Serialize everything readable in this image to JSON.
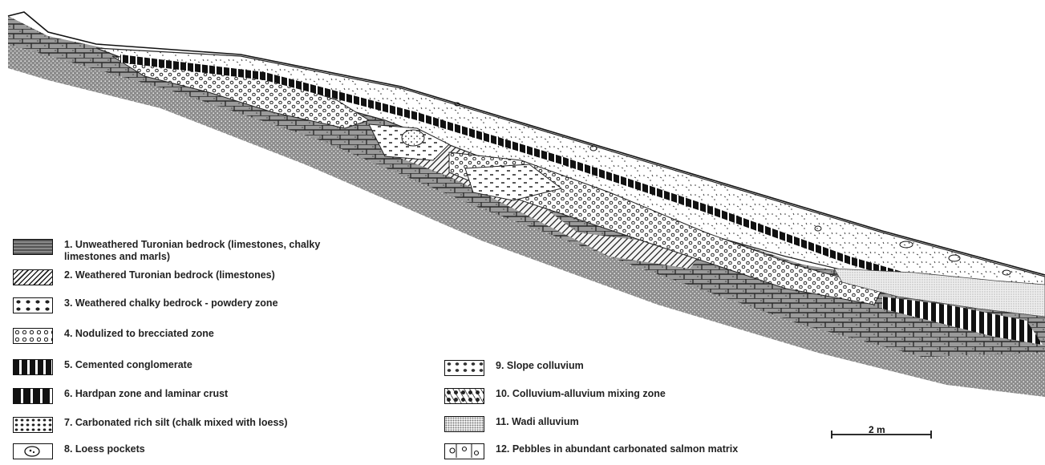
{
  "legend": [
    {
      "id": "l1",
      "label": "1. Unweathered Turonian bedrock (limestones, chalky limestones and marls)",
      "pattern": "bedrock-unweathered"
    },
    {
      "id": "l2",
      "label": "2. Weathered Turonian bedrock (limestones)",
      "pattern": "bedrock-weathered"
    },
    {
      "id": "l3",
      "label": "3. Weathered chalky bedrock - powdery zone",
      "pattern": "powdery"
    },
    {
      "id": "l4",
      "label": "4. Nodulized to brecciated zone",
      "pattern": "nodular"
    },
    {
      "id": "l5",
      "label": "5. Cemented conglomerate",
      "pattern": "conglomerate"
    },
    {
      "id": "l6",
      "label": "6. Hardpan zone and laminar crust",
      "pattern": "hardpan"
    },
    {
      "id": "l7",
      "label": "7. Carbonated rich silt (chalk mixed with loess)",
      "pattern": "silt"
    },
    {
      "id": "l8",
      "label": "8. Loess pockets",
      "pattern": "loess"
    },
    {
      "id": "l9",
      "label": "9. Slope colluvium",
      "pattern": "colluvium"
    },
    {
      "id": "l10",
      "label": "10. Colluvium-alluvium mixing zone",
      "pattern": "mixing"
    },
    {
      "id": "l11",
      "label": "11. Wadi alluvium",
      "pattern": "alluvium"
    },
    {
      "id": "l12",
      "label": "12. Pebbles in abundant carbonated salmon matrix",
      "pattern": "pebbles"
    }
  ],
  "scale": {
    "label": "2 m"
  }
}
